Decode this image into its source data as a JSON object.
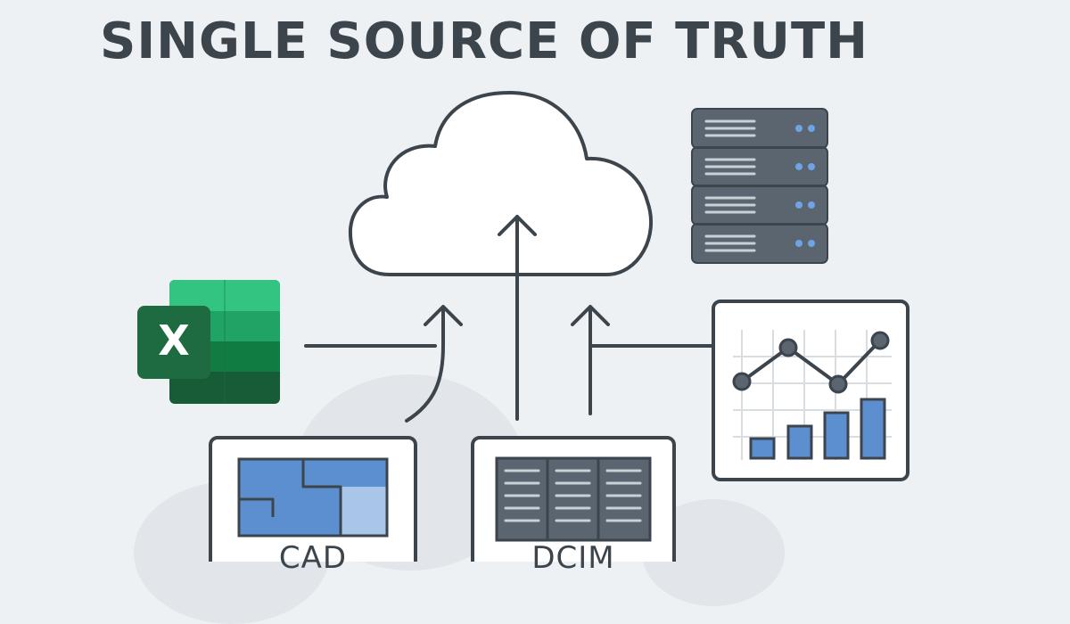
{
  "title": "SINGLE SOURCE OF TRUTH",
  "nodes": {
    "cloud": {
      "name": "cloud-icon"
    },
    "server": {
      "name": "server-rack-icon"
    },
    "excel": {
      "name": "excel-icon",
      "letter": "X"
    },
    "cad": {
      "name": "cad-icon",
      "label": "CAD"
    },
    "dcim": {
      "name": "dcim-icon",
      "label": "DCIM"
    },
    "analytics": {
      "name": "analytics-chart-icon"
    }
  },
  "colors": {
    "background": "#eef1f4",
    "stroke": "#3c444c",
    "excel_dark": "#1e6b41",
    "excel_mid": "#21a366",
    "blue": "#5b8fcf",
    "blue_light": "#a9c5e8",
    "rack": "#5a6570",
    "led": "#6fa3e6"
  }
}
